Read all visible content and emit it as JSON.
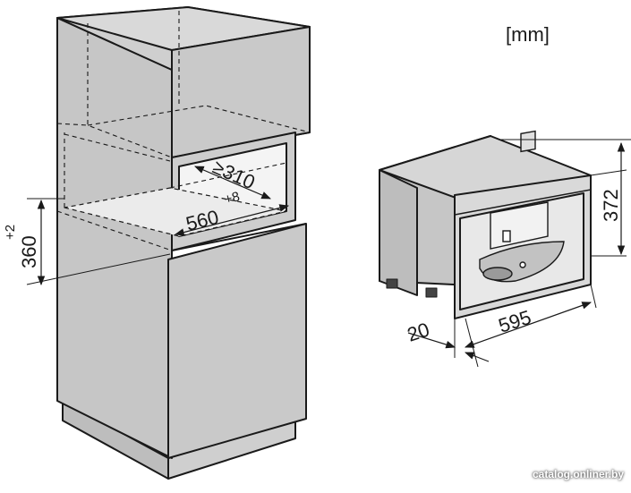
{
  "unit_label": "[mm]",
  "cabinet": {
    "niche_depth_label": "≥310",
    "niche_width_label": "560",
    "niche_width_tolerance": "+8",
    "niche_height_label": "360",
    "niche_height_tolerance": "+2"
  },
  "appliance": {
    "height_label": "372",
    "width_label": "595",
    "depth_offset_label": "20"
  },
  "watermark": "catalog.onliner.by",
  "colors": {
    "panel": "#c8c8c8",
    "panel_dark": "#b4b4b4",
    "panel_light": "#dedede",
    "line": "#1a1a1a"
  }
}
